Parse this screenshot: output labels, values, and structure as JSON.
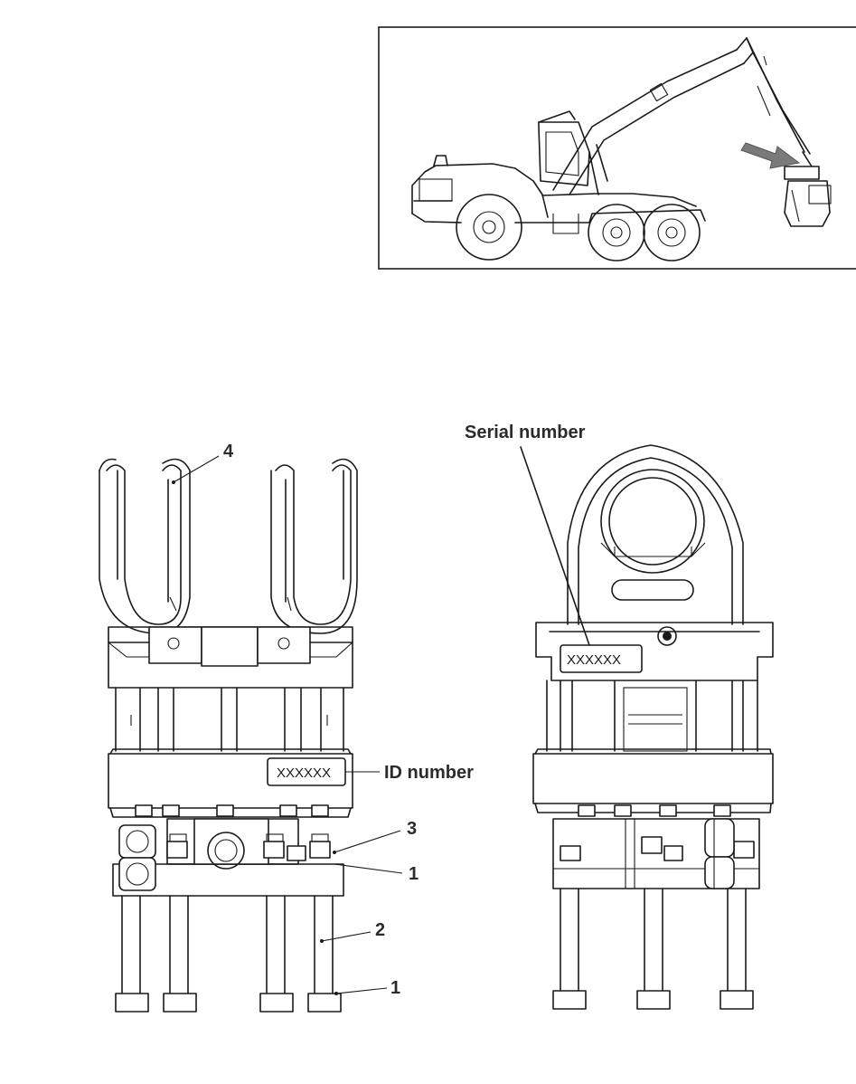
{
  "labels": {
    "serial_number": "Serial number",
    "id_number": "ID number",
    "serial_plate": "XXXXXX",
    "id_plate": "XXXXXX",
    "callout_4": "4",
    "callout_3": "3",
    "callout_1a": "1",
    "callout_2": "2",
    "callout_1b": "1"
  },
  "icons": {
    "locator_arrow": "arrow-icon"
  },
  "colors": {
    "line": "#1a1a1a",
    "arrow_fill": "#7a7a7a",
    "label_text": "#2b2b2b"
  }
}
